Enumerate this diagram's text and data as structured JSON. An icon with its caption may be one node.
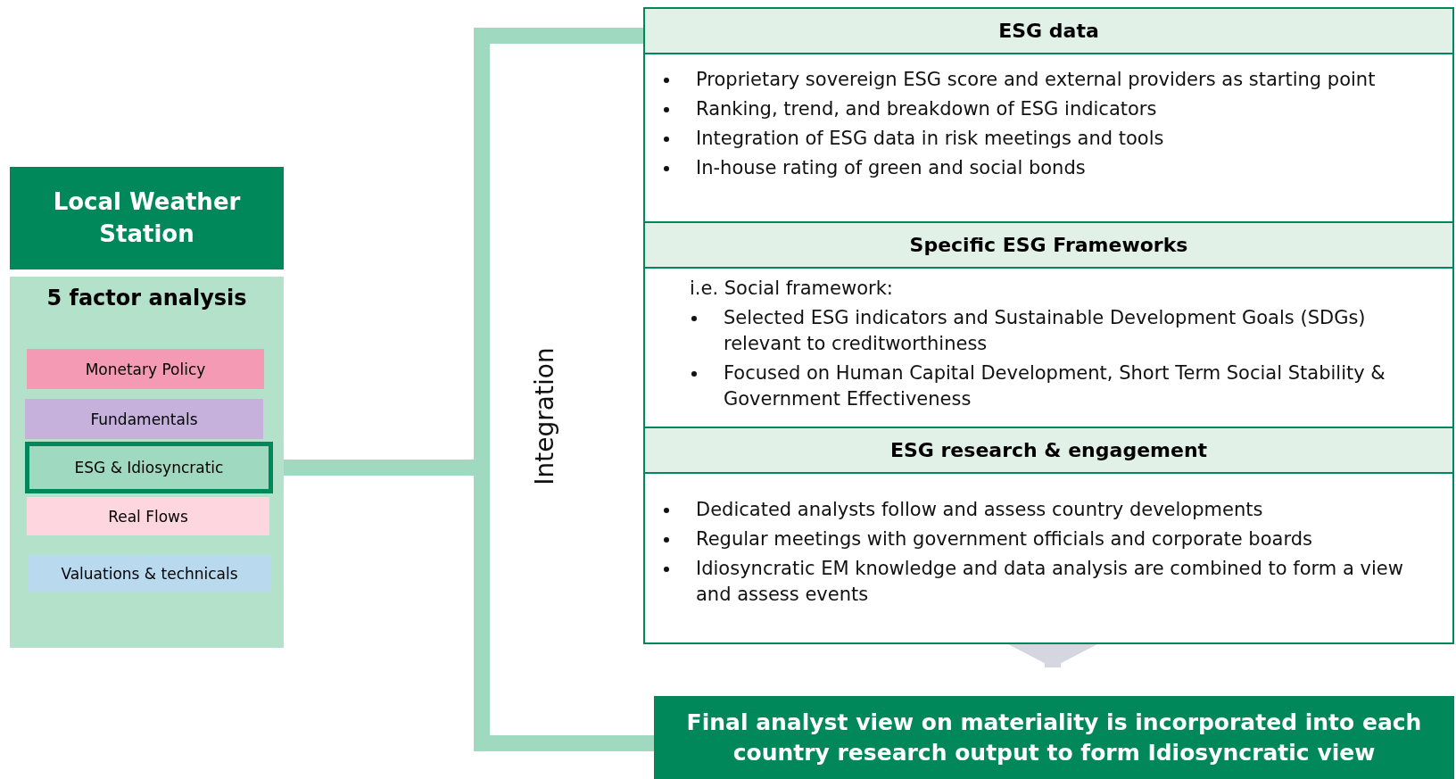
{
  "diagram": {
    "nodes": [
      {
        "text": [
          "Local Weather Station"
        ]
      },
      {
        "text": [
          "5 factor analysis"
        ]
      },
      {
        "text": [
          "Monetary Policy"
        ],
        "in": 1
      },
      {
        "text": [
          "Fundamentals"
        ],
        "in": 1
      },
      {
        "text": [
          "ESG & Idiosyncratic"
        ],
        "in": 1
      },
      {
        "text": [
          "Real Flows"
        ],
        "in": 1
      },
      {
        "text": [
          "Valuations & technicals"
        ],
        "in": 1
      },
      {
        "text": [
          "ESG data",
          "Proprietary sovereign ESG score and external providers as starting point",
          "Ranking, trend, and breakdown of ESG indicators",
          "Integration of ESG data in risk meetings and tools",
          "In-house rating of green and social bonds"
        ]
      },
      {
        "text": [
          "Specific ESG Frameworks",
          "i.e. Social framework:",
          "Selected ESG indicators and Sustainable Development Goals (SDGs) relevant to creditworthiness",
          "Focused on Human Capital Development, Short Term Social Stability & Government Effectiveness"
        ]
      },
      {
        "text": [
          "ESG research & engagement",
          "Dedicated analysts follow and assess country developments",
          "Regular meetings with government officials and corporate boards",
          "Idiosyncratic EM knowledge and data analysis are combined to form a view and assess events"
        ]
      },
      {
        "text": [
          "Final analyst view on materiality is incorporated into each country research output to form Idiosyncratic view"
        ]
      }
    ],
    "edges": [
      {
        "from": 4,
        "to": 7,
        "arrow": "none",
        "label": "Integration"
      },
      {
        "from": 4,
        "to": 10,
        "arrow": "none"
      },
      {
        "from": 9,
        "to": 10,
        "arrow": "to",
        "color": "#d6d6e0"
      }
    ]
  }
}
